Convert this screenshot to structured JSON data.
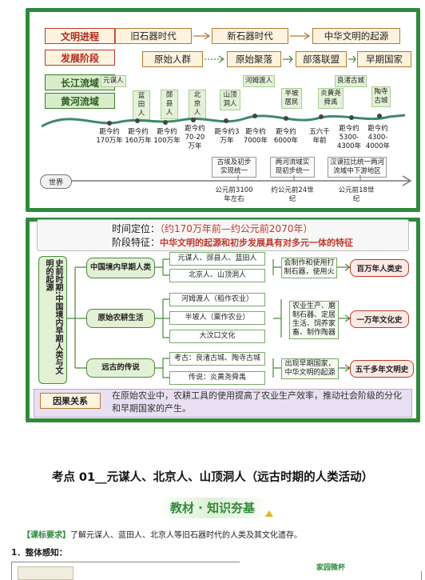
{
  "timeline": {
    "rows": [
      "文明进程",
      "发展阶段",
      "长江流域",
      "黄河流域"
    ],
    "civilization": [
      "旧石器时代",
      "新石器时代",
      "中华文明的起源"
    ],
    "stages": [
      "原始人群",
      "原始聚落",
      "部落联盟",
      "早期国家"
    ],
    "yangtze_sites": [
      "元谋人",
      "河姆渡人",
      "良渚古城"
    ],
    "yellow_sites": [
      "蓝田人",
      "郧县人",
      "北京人",
      "山顶洞人",
      "半坡居民",
      "炎黄尧舜禹",
      "陶寺古城"
    ],
    "dates": [
      "距今约170万年",
      "距今约160万年",
      "距今约100万年",
      "距今约70-20万年",
      "距今约3万年",
      "距今约7000年",
      "距今约6000年",
      "五六千年前",
      "距今约5300-4300年",
      "距今约4300-4000年"
    ],
    "world_label": "世界",
    "world_events": [
      {
        "text": "古埃及初步实现统一",
        "date": "公元前3100年左右"
      },
      {
        "text": "两河流域实现初步统一",
        "date": "约公元前24世纪"
      },
      {
        "text": "汉谟拉比统一两河流域中下游地区",
        "date": "公元前18世纪"
      }
    ]
  },
  "summary": {
    "time_label": "时间定位：",
    "time_value": "（约170万年前—约公元前2070年）",
    "feature_label": "阶段特征：",
    "feature_value": "中华文明的起源和初步发展具有对多元一体的特征",
    "left_label": "史前时期:中国境内早期人类与文明的起源",
    "branches": [
      {
        "title": "中国境内早期人类",
        "items": [
          "元谋人、郧县人、蓝田人",
          "北京人、山顶洞人"
        ],
        "desc": "会制作和使用打制石器，使用火",
        "tag": "百万年人类史"
      },
      {
        "title": "原始农耕生活",
        "items": [
          "河姆渡人（稻作农业）",
          "半坡人（粟作农业）",
          "大汶口文化"
        ],
        "desc": "农业生产、磨制石器、定居生活、饲养家畜、制作陶器",
        "tag": "一万年文化史"
      },
      {
        "title": "远古的传说",
        "items": [
          "考古：良渚古城、陶寺古城",
          "传说：炎黄尧舜禹"
        ],
        "desc": "出现早期国家，中华文明的起源",
        "tag": "五千多年文明史"
      }
    ],
    "cause_label": "因果关系",
    "cause_text": "在原始农业中，农耕工具的使用提高了农业生产效率，推动社会阶级的分化和早期国家的产生。"
  },
  "heading": "考点 01__元谋人、北京人、山顶洞人（远古时期的人类活动）",
  "banner": "教材 · 知识夯基",
  "requirement_label": "【课标要求】",
  "requirement_text": "了解元谋人、蓝田人、北京人等旧石器时代的人类及其文化遗存。",
  "section": "1．整体感知：",
  "table_header": "家园微杯",
  "colors": {
    "green": "#2f8a3c",
    "red": "#c0392b",
    "text": "#222222"
  }
}
